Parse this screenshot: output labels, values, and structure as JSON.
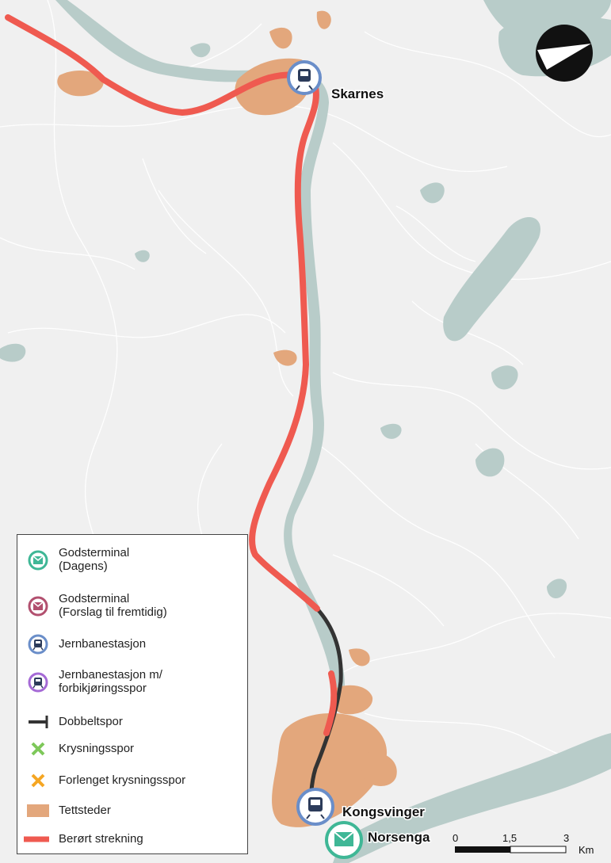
{
  "colors": {
    "background": "#f0f0f0",
    "water": "#b8ccc9",
    "urban": "#e3a77c",
    "affected_line": "#ef5a50",
    "double_track": "#333333",
    "station_blue": "#6a8ec9",
    "freight_green": "#3fb796",
    "freight_red": "#b2506f",
    "station_purple": "#a56ad6",
    "crossing_green": "#7ec85a",
    "crossing_orange": "#f5a623"
  },
  "places": {
    "skarnes": "Skarnes",
    "kongsvinger": "Kongsvinger",
    "norsenga": "Norsenga"
  },
  "scale_bar": {
    "labels": [
      "0",
      "1,5",
      "3"
    ],
    "unit": "Km"
  },
  "legend": {
    "items": [
      {
        "icon": "freight-terminal-current-icon",
        "label": "Godsterminal\n(Dagens)"
      },
      {
        "icon": "freight-terminal-proposed-icon",
        "label": "Godsterminal\n(Forslag til fremtidig)"
      },
      {
        "icon": "railway-station-icon",
        "label": "Jernbanestasjon"
      },
      {
        "icon": "railway-station-passing-icon",
        "label": "Jernbanestasjon m/\nforbikjøringsspor"
      },
      {
        "icon": "double-track-icon",
        "label": "Dobbeltspor"
      },
      {
        "icon": "crossing-track-icon",
        "label": "Krysningsspor"
      },
      {
        "icon": "extended-crossing-track-icon",
        "label": "Forlenget krysningsspor"
      },
      {
        "icon": "urban-area-icon",
        "label": "Tettsteder"
      },
      {
        "icon": "affected-section-icon",
        "label": "Berørt strekning"
      }
    ]
  }
}
